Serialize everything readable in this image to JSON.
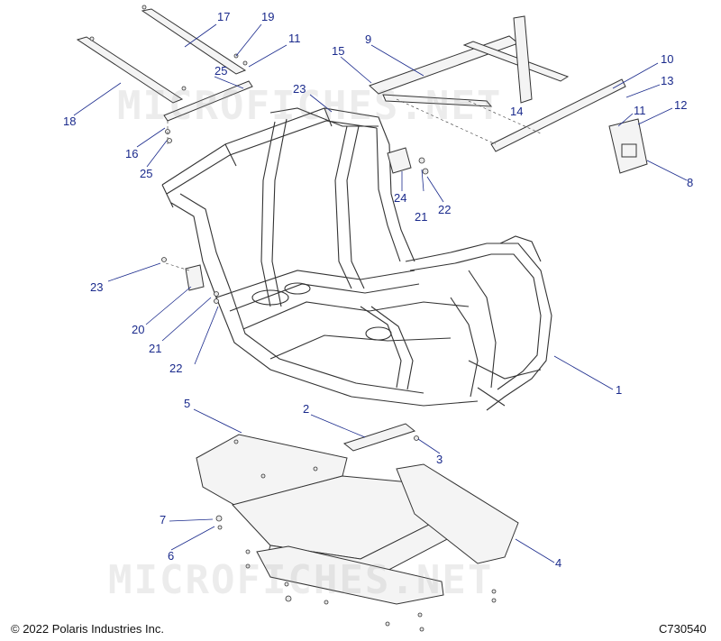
{
  "diagram": {
    "callouts": [
      {
        "id": "c17",
        "label": "17"
      },
      {
        "id": "c19",
        "label": "19"
      },
      {
        "id": "c11a",
        "label": "11"
      },
      {
        "id": "c25a",
        "label": "25"
      },
      {
        "id": "c18",
        "label": "18"
      },
      {
        "id": "c16",
        "label": "16"
      },
      {
        "id": "c25b",
        "label": "25"
      },
      {
        "id": "c23a",
        "label": "23"
      },
      {
        "id": "c15",
        "label": "15"
      },
      {
        "id": "c9",
        "label": "9"
      },
      {
        "id": "c14",
        "label": "14"
      },
      {
        "id": "c10",
        "label": "10"
      },
      {
        "id": "c13",
        "label": "13"
      },
      {
        "id": "c11b",
        "label": "11"
      },
      {
        "id": "c12",
        "label": "12"
      },
      {
        "id": "c8",
        "label": "8"
      },
      {
        "id": "c24",
        "label": "24"
      },
      {
        "id": "c21a",
        "label": "21"
      },
      {
        "id": "c22a",
        "label": "22"
      },
      {
        "id": "c23b",
        "label": "23"
      },
      {
        "id": "c20",
        "label": "20"
      },
      {
        "id": "c21b",
        "label": "21"
      },
      {
        "id": "c22b",
        "label": "22"
      },
      {
        "id": "c1",
        "label": "1"
      },
      {
        "id": "c5",
        "label": "5"
      },
      {
        "id": "c2",
        "label": "2"
      },
      {
        "id": "c3",
        "label": "3"
      },
      {
        "id": "c7",
        "label": "7"
      },
      {
        "id": "c6",
        "label": "6"
      },
      {
        "id": "c4",
        "label": "4"
      }
    ],
    "copyright": "© 2022 Polaris Industries Inc.",
    "figure_code": "C730540",
    "watermark": "MICROFICHES.NET"
  }
}
